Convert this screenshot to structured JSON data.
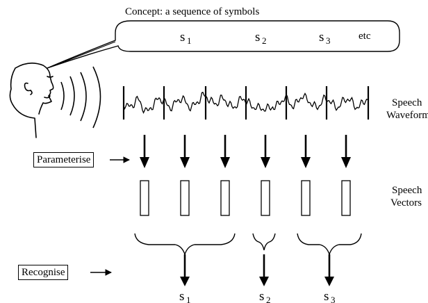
{
  "concept_caption": "Concept: a sequence of symbols",
  "symbols": [
    {
      "base": "s",
      "sub": "1"
    },
    {
      "base": "s",
      "sub": "2"
    },
    {
      "base": "s",
      "sub": "3"
    }
  ],
  "etc_label": "etc",
  "waveform_label": [
    "Speech",
    "Waveform"
  ],
  "vectors_label": [
    "Speech",
    "Vectors"
  ],
  "parameterise_label": "Parameterise",
  "recognise_label": "Recognise",
  "output_symbols": [
    {
      "base": "s",
      "sub": "1"
    },
    {
      "base": "s",
      "sub": "2"
    },
    {
      "base": "s",
      "sub": "3"
    }
  ]
}
